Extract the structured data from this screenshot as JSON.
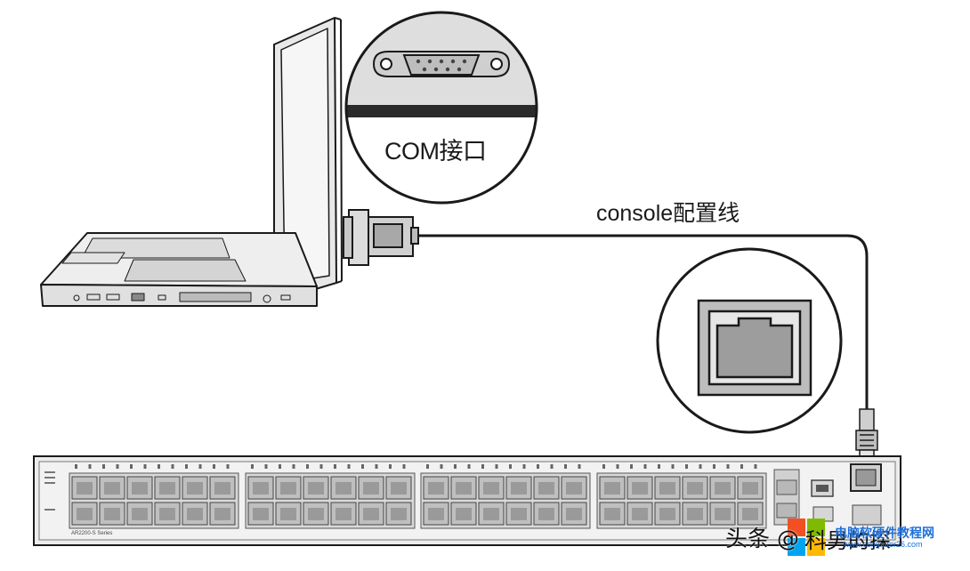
{
  "labels": {
    "com_port": "COM接口",
    "console_cable": "console配置线",
    "switch_series": "AR2200-S Series"
  },
  "watermark": {
    "source": "头条 @",
    "author": "科男的探",
    "site": "电脑软硬件教程网",
    "url": "www.computer26.com"
  },
  "colors": {
    "line": "#1a1a1a",
    "device_fill": "#ececec",
    "port_fill": "#bdbdbd",
    "windows_red": "#f25022",
    "windows_green": "#7fba00",
    "windows_blue": "#00a4ef",
    "windows_yellow": "#ffb900",
    "watermark_blue": "#1e6fd9"
  }
}
